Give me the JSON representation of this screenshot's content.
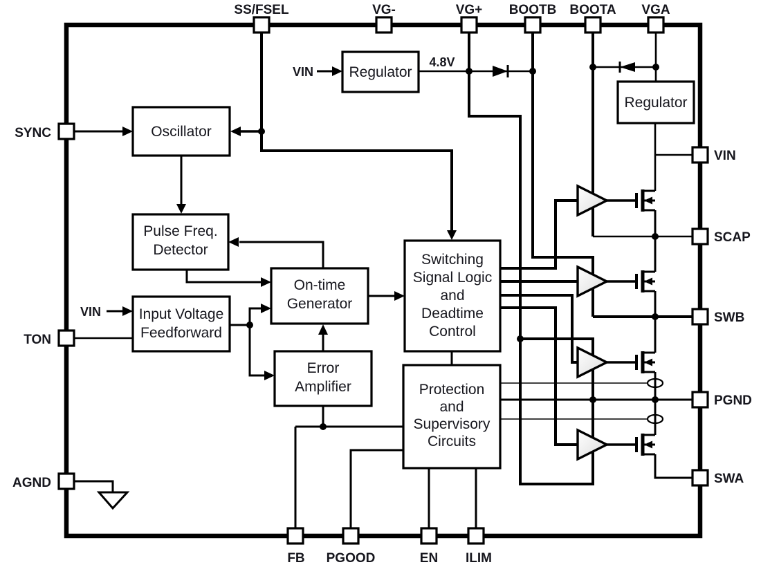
{
  "diagram": {
    "pins": {
      "top": [
        "SS/FSEL",
        "VG-",
        "VG+",
        "BOOTB",
        "BOOTA",
        "VGA"
      ],
      "left": [
        "SYNC",
        "TON",
        "AGND"
      ],
      "right": [
        "VIN",
        "SCAP",
        "SWB",
        "PGND",
        "SWA"
      ],
      "bottom": [
        "FB",
        "PGOOD",
        "EN",
        "ILIM"
      ]
    },
    "blocks": {
      "regulator_left": [
        "Regulator"
      ],
      "regulator_right": [
        "Regulator"
      ],
      "oscillator": [
        "Oscillator"
      ],
      "pulse_freq_detector": [
        "Pulse Freq.",
        "Detector"
      ],
      "input_voltage_feedforward": [
        "Input Voltage",
        "Feedforward"
      ],
      "on_time_generator": [
        "On-time",
        "Generator"
      ],
      "error_amplifier": [
        "Error",
        "Amplifier"
      ],
      "switching_logic": [
        "Switching",
        "Signal Logic",
        "and",
        "Deadtime",
        "Control"
      ],
      "protection": [
        "Protection",
        "and",
        "Supervisory",
        "Circuits"
      ]
    },
    "labels": {
      "vin_regulator_input": "VIN",
      "vin_feedforward_input": "VIN",
      "regulator_output_voltage": "4.8V"
    },
    "colors": {
      "line": "#000000",
      "text": "#16161d",
      "background": "#ffffff"
    }
  }
}
